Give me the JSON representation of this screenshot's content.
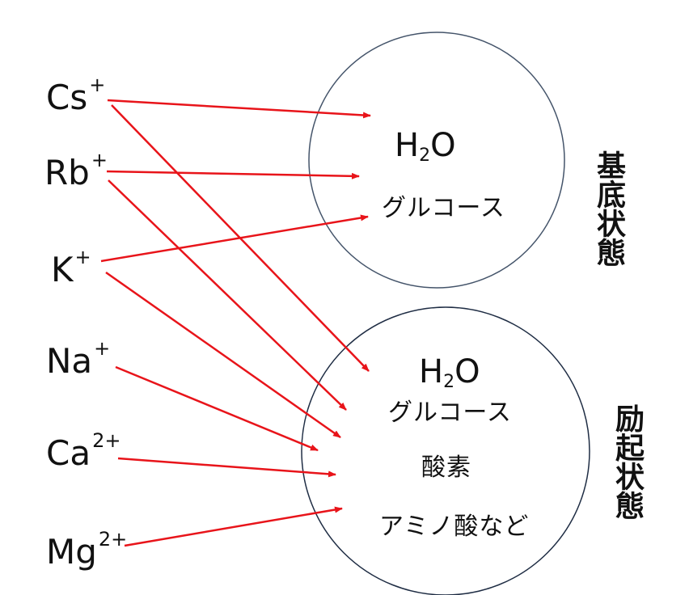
{
  "ions": [
    {
      "symbol": "Cs",
      "charge": "+"
    },
    {
      "symbol": "Rb",
      "charge": "+"
    },
    {
      "symbol": "K",
      "charge": "+"
    },
    {
      "symbol": "Na",
      "charge": "+"
    },
    {
      "symbol": "Ca",
      "charge": "2+"
    },
    {
      "symbol": "Mg",
      "charge": "2+"
    }
  ],
  "ground_state": {
    "label": "基底状態",
    "species": {
      "water_main": "H",
      "water_sub": "2",
      "water_end": "O",
      "glucose": "グルコース"
    }
  },
  "excited_state": {
    "label": "励起状態",
    "species": {
      "water_main": "H",
      "water_sub": "2",
      "water_end": "O",
      "glucose": "グルコース",
      "oxygen": "酸素",
      "amino_acids": "アミノ酸など"
    }
  },
  "colors": {
    "arrow": "#e8141a",
    "ground_circle": "#44546a",
    "excited_circle": "#1f2d44",
    "text": "#111111"
  }
}
